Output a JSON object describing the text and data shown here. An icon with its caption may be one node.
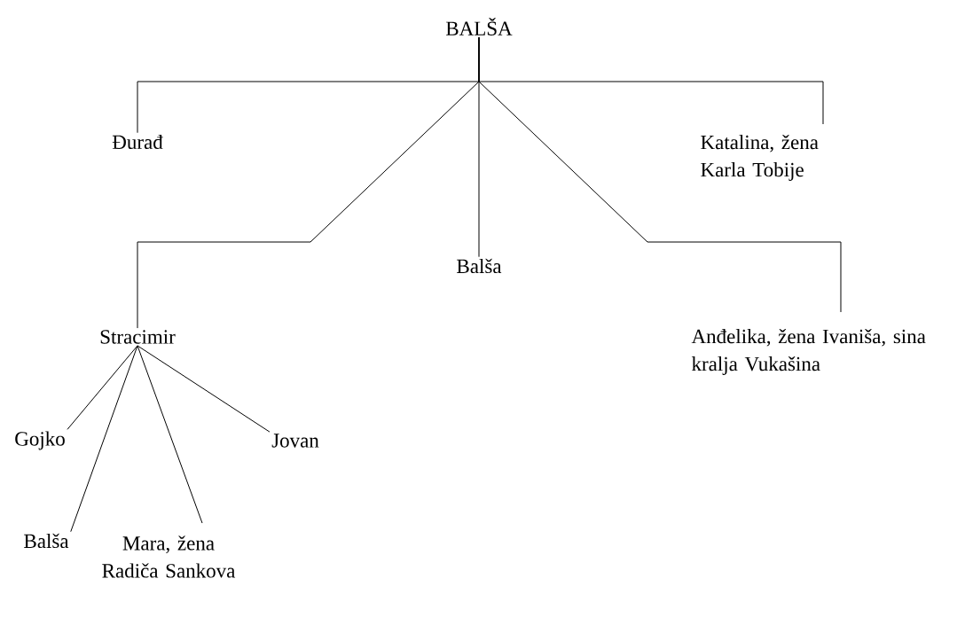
{
  "diagram": {
    "nodes": [
      {
        "text": [
          "BALŠA"
        ]
      },
      {
        "text": [
          "Đurađ"
        ]
      },
      {
        "text": [
          "Katalina, žena Karla Tobije"
        ]
      },
      {
        "text": [
          "Balša"
        ]
      },
      {
        "text": [
          "Stracimir"
        ]
      },
      {
        "text": [
          "Anđelika, žena Ivaniša, sina kralja Vukašina"
        ]
      },
      {
        "text": [
          "Gojko"
        ]
      },
      {
        "text": [
          "Jovan"
        ]
      },
      {
        "text": [
          "Balša"
        ]
      },
      {
        "text": [
          "Mara, žena Radiča Sankova"
        ]
      }
    ],
    "edges": [
      {
        "from": 0,
        "to": 1,
        "arrow": "none"
      },
      {
        "from": 0,
        "to": 2,
        "arrow": "none"
      },
      {
        "from": 0,
        "to": 4,
        "arrow": "none"
      },
      {
        "from": 0,
        "to": 3,
        "arrow": "none"
      },
      {
        "from": 0,
        "to": 5,
        "arrow": "none"
      },
      {
        "from": 4,
        "to": 6,
        "arrow": "none"
      },
      {
        "from": 4,
        "to": 8,
        "arrow": "none"
      },
      {
        "from": 4,
        "to": 9,
        "arrow": "none"
      },
      {
        "from": 4,
        "to": 7,
        "arrow": "none"
      }
    ]
  }
}
